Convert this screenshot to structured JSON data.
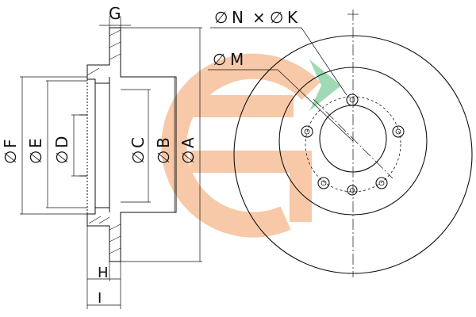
{
  "labels": {
    "G": "G",
    "F": "F",
    "E": "E",
    "D": "D",
    "C": "C",
    "B": "B",
    "A": "A",
    "H": "H",
    "I": "I",
    "M": "M",
    "N": "N",
    "times": "×",
    "K": "K",
    "diameter": "∅"
  },
  "watermark": {
    "orange": "#f6c09a",
    "green": "#8fd4a8"
  }
}
